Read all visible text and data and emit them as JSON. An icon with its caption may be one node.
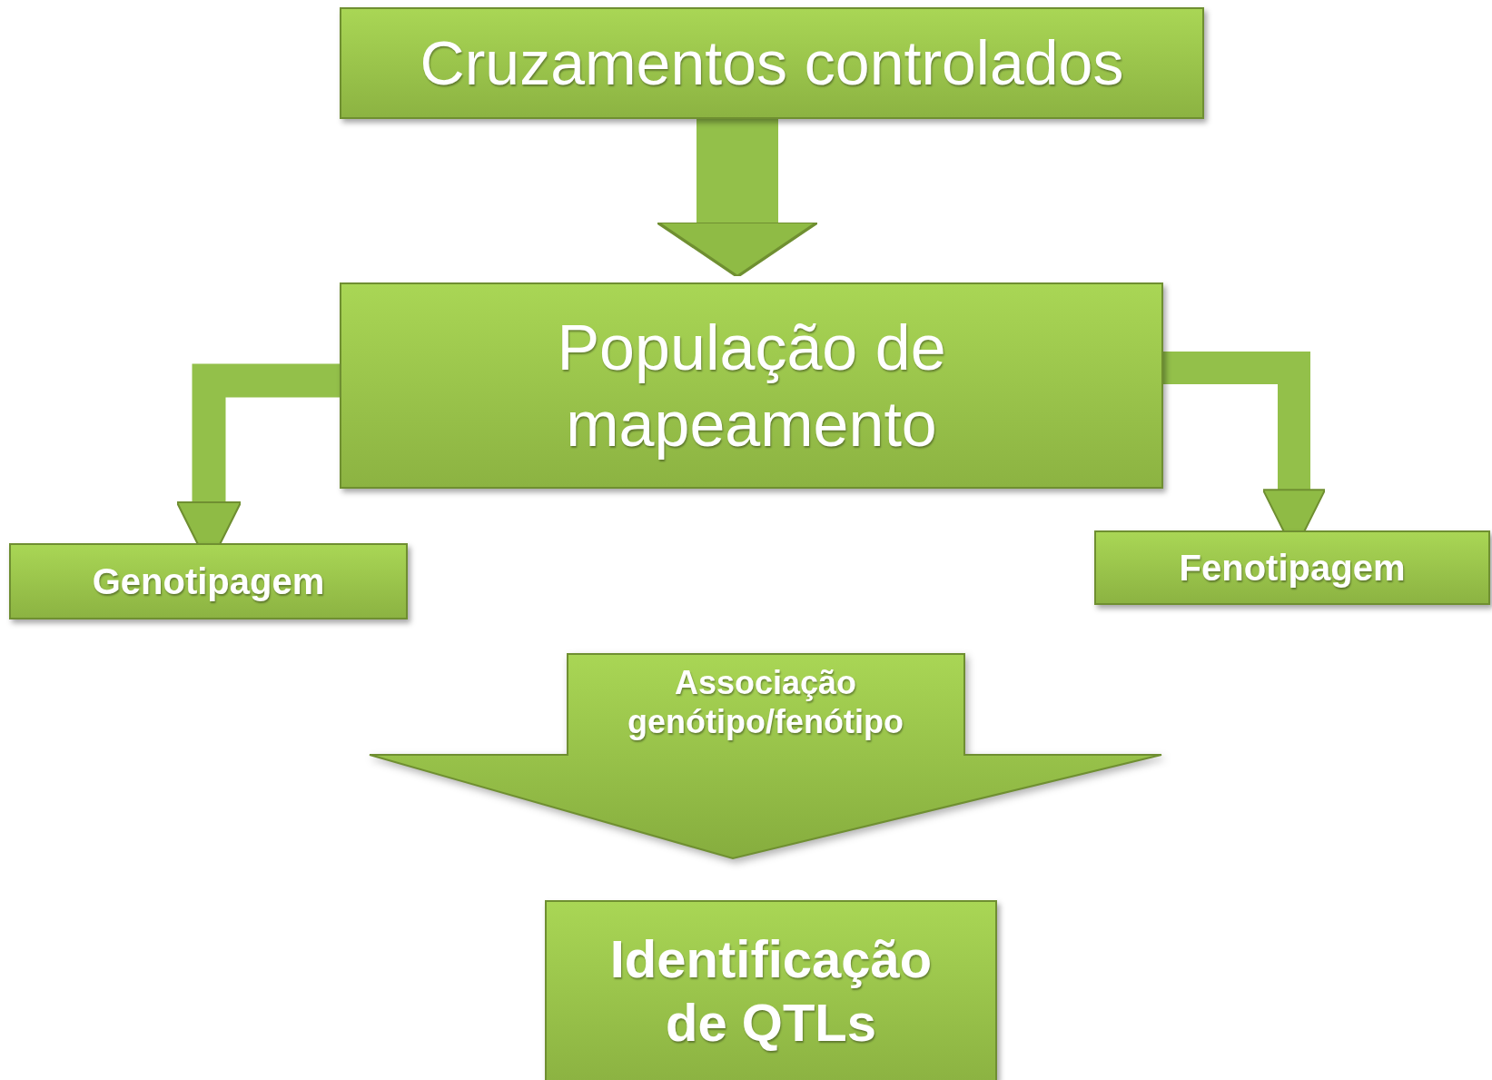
{
  "diagram": {
    "nodes": [
      {
        "text": [
          "Cruzamentos controlados"
        ]
      },
      {
        "text": [
          "População de mapeamento"
        ]
      },
      {
        "text": [
          "Genotipagem"
        ]
      },
      {
        "text": [
          "Fenotipagem"
        ]
      },
      {
        "text": [
          "Associação genótipo/fenótipo"
        ]
      },
      {
        "text": [
          "Identificação de QTLs"
        ]
      }
    ],
    "edges": [
      {
        "from": 0,
        "to": 1,
        "arrow": "to",
        "style": "thick"
      },
      {
        "from": 1,
        "to": 2,
        "arrow": "to"
      },
      {
        "from": 1,
        "to": 3,
        "arrow": "to"
      }
    ]
  }
}
